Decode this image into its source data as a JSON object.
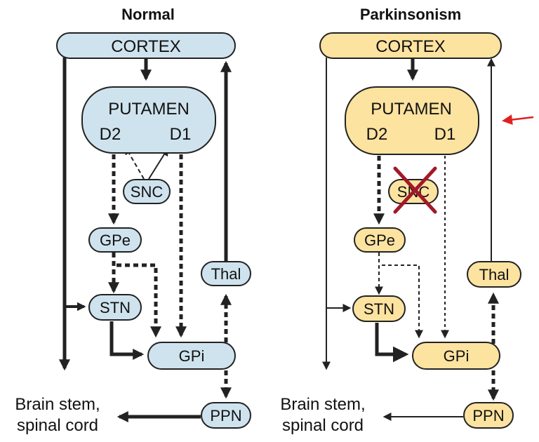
{
  "colors": {
    "normal_fill": "#cfe3ee",
    "parkinson_fill": "#fde3a0",
    "stroke": "#222222",
    "cross": "#a3182a",
    "pointer": "#e02020"
  },
  "normal": {
    "title": "Normal",
    "cortex": "CORTEX",
    "putamen": "PUTAMEN",
    "d2": "D2",
    "d1": "D1",
    "snc": "SNC",
    "gpe": "GPe",
    "stn": "STN",
    "gpi": "GPi",
    "thal": "Thal",
    "ppn": "PPN",
    "output_line1": "Brain stem,",
    "output_line2": "spinal cord"
  },
  "parkinsonism": {
    "title": "Parkinsonism",
    "cortex": "CORTEX",
    "putamen": "PUTAMEN",
    "d2": "D2",
    "d1": "D1",
    "snc": "SNC",
    "gpe": "GPe",
    "stn": "STN",
    "gpi": "GPi",
    "thal": "Thal",
    "ppn": "PPN",
    "output_line1": "Brain stem,",
    "output_line2": "spinal cord"
  }
}
